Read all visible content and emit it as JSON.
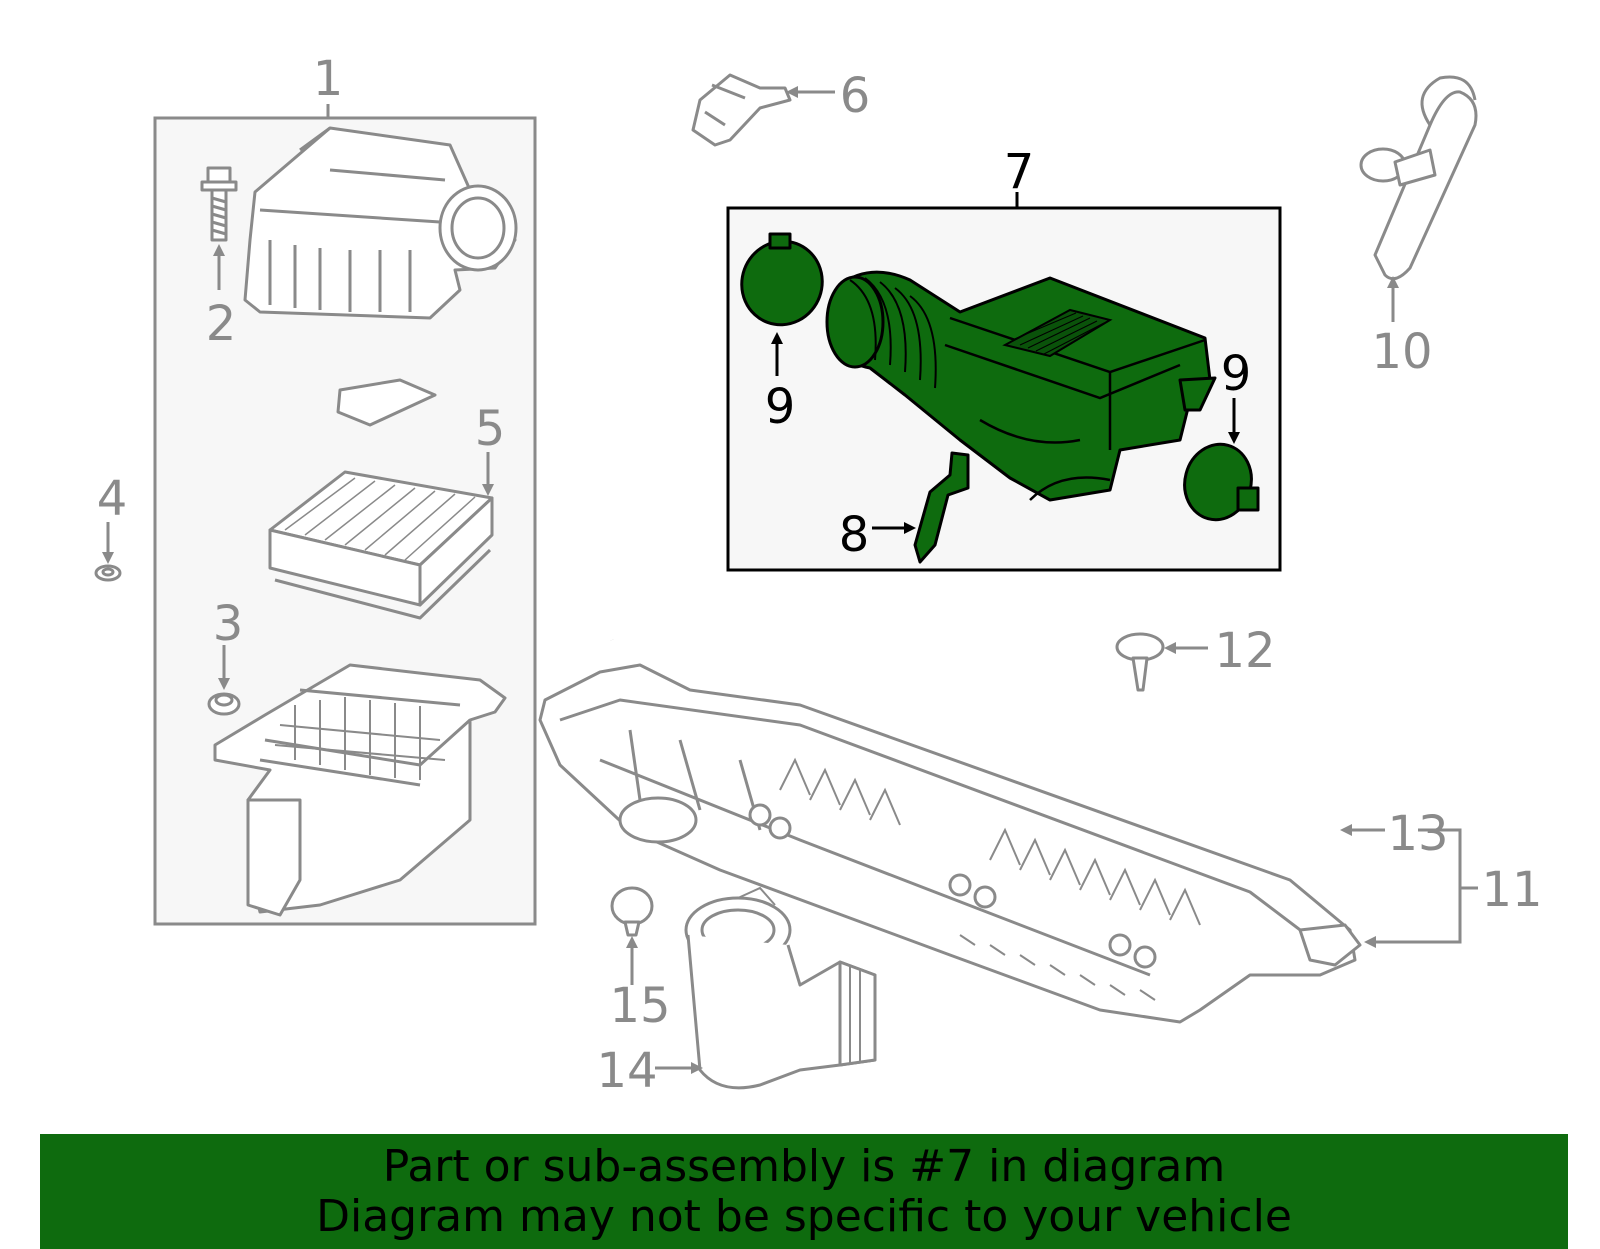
{
  "callouts": {
    "c1": "1",
    "c2": "2",
    "c3": "3",
    "c4": "4",
    "c5": "5",
    "c6": "6",
    "c7": "7",
    "c8": "8",
    "c9a": "9",
    "c9b": "9",
    "c10": "10",
    "c11": "11",
    "c12": "12",
    "c13": "13",
    "c14": "14",
    "c15": "15"
  },
  "banner": {
    "line1": "Part or sub-assembly is #7 in diagram",
    "line2": "Diagram may not be specific to your vehicle"
  },
  "colors": {
    "highlight": "#0e6b0e",
    "part_outline": "#8a8a8a",
    "box_fill": "#f7f7f7"
  }
}
